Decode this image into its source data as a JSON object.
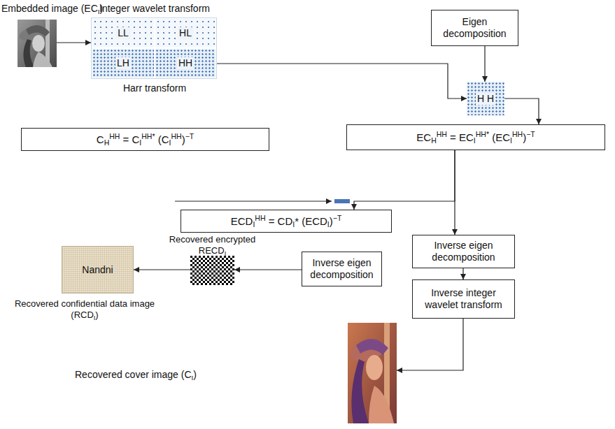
{
  "diagram": {
    "nodes": [
      {
        "text": [
          "Embedded image (ECI)"
        ]
      },
      {
        "text": [
          "Integer wavelet transform",
          "Harr transform"
        ]
      },
      {
        "text": [
          "LL"
        ],
        "in": 1
      },
      {
        "text": [
          "HL"
        ],
        "in": 1
      },
      {
        "text": [
          "LH"
        ],
        "in": 1
      },
      {
        "text": [
          "HH"
        ],
        "in": 1
      },
      {
        "text": [
          "Eigen decomposition"
        ]
      },
      {
        "text": [
          "H H"
        ]
      },
      {
        "text": [
          "CHHH = CIHH* (CIHH)−T"
        ]
      },
      {
        "text": [
          "ECHHH = ECIHH* (ECIHH)−T"
        ]
      },
      {
        "text": [
          "ECDIHH = CDI* (ECDI)−T"
        ]
      },
      {
        "text": [
          "Recovered encrypted RECDI"
        ]
      },
      {
        "text": [
          "Inverse eigen decomposition"
        ]
      },
      {
        "text": [
          "Nandni",
          "Recovered confidential data image (RCDI)"
        ]
      },
      {
        "text": [
          "Inverse eigen decomposition"
        ]
      },
      {
        "text": [
          "Inverse integer wavelet transform"
        ]
      },
      {
        "text": [
          "Recovered cover image (CI)"
        ]
      }
    ],
    "edges": [
      {
        "from": 0,
        "to": 1,
        "arrow": "to"
      },
      {
        "from": 5,
        "to": 7,
        "arrow": "to"
      },
      {
        "from": 6,
        "to": 7,
        "arrow": "to"
      },
      {
        "from": 7,
        "to": 9,
        "arrow": "to"
      },
      {
        "from": 9,
        "to": 10,
        "arrow": "to"
      },
      {
        "from": 9,
        "to": 14,
        "arrow": "to"
      },
      {
        "from": 12,
        "to": 11,
        "arrow": "to"
      },
      {
        "from": 11,
        "to": 13,
        "arrow": "to"
      },
      {
        "from": 14,
        "to": 15,
        "arrow": "to"
      },
      {
        "from": 15,
        "to": 16,
        "arrow": "to"
      }
    ]
  }
}
